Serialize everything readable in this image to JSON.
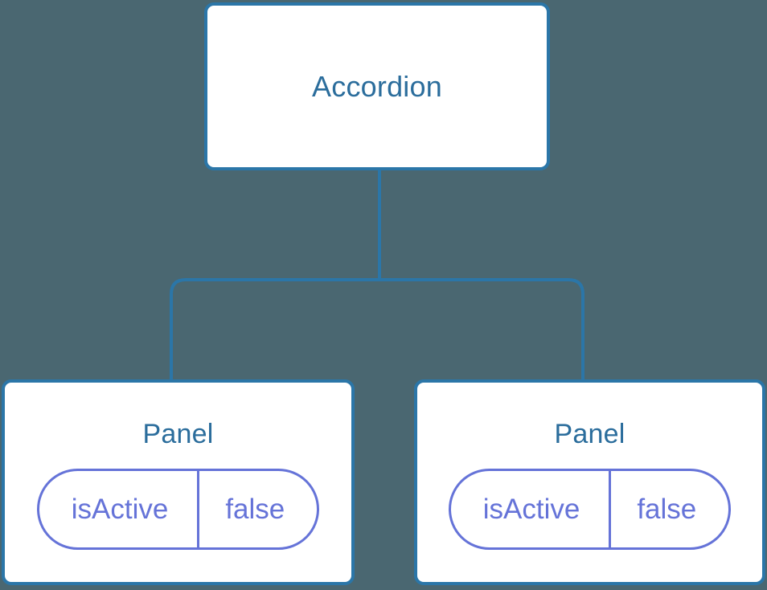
{
  "canvas": {
    "background_color": "#4a6771",
    "connector_color": "#2b76a8",
    "card_border_color": "#2b76a8",
    "card_background_color": "#ffffff",
    "title_color": "#2b6d9c",
    "pill_color": "#6573d8"
  },
  "tree": {
    "root": {
      "title": "Accordion"
    },
    "children": [
      {
        "title": "Panel",
        "state": {
          "key": "isActive",
          "value": "false"
        }
      },
      {
        "title": "Panel",
        "state": {
          "key": "isActive",
          "value": "false"
        }
      }
    ]
  }
}
